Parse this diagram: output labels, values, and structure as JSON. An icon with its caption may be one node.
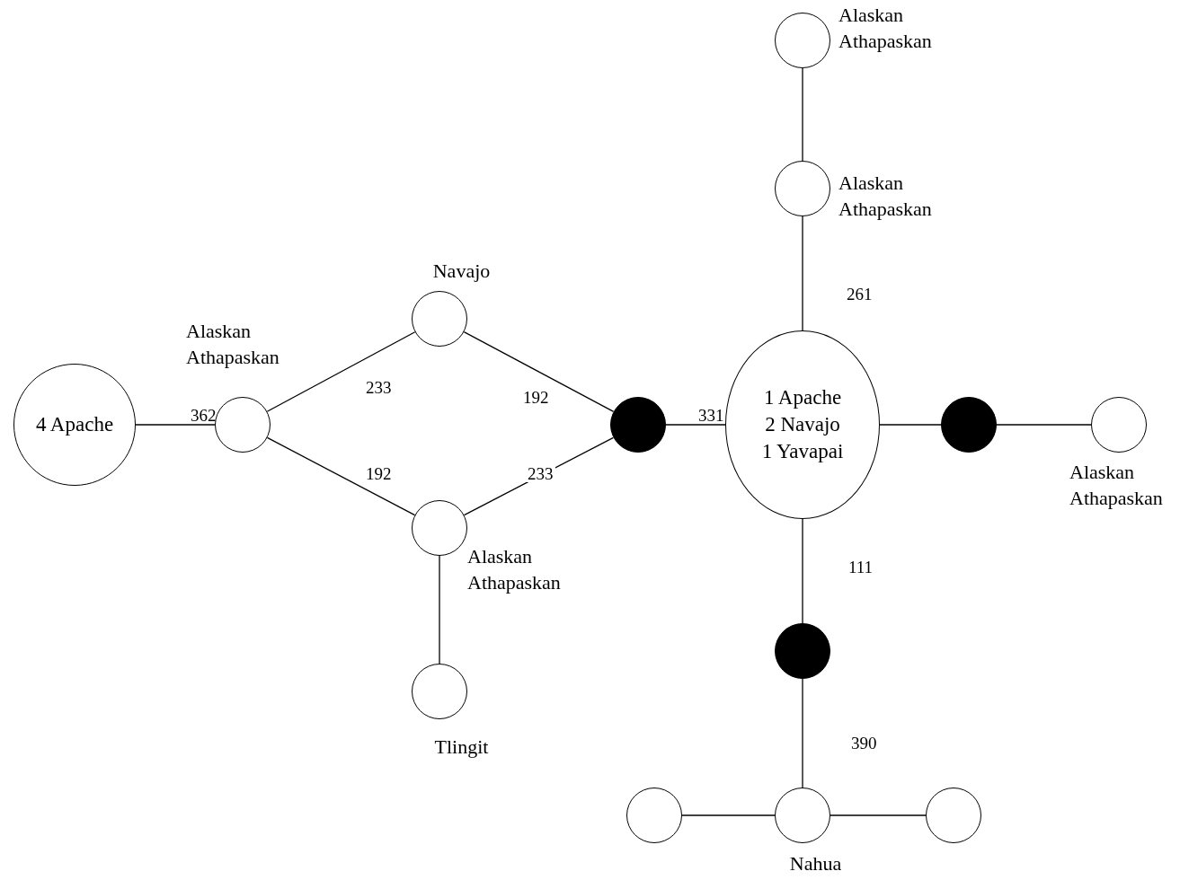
{
  "diagram": {
    "nodes": [
      {
        "text": [
          "4 Apache"
        ]
      },
      {
        "text": [],
        "shape": "circle",
        "beside": [
          "Alaskan Athapaskan"
        ]
      },
      {
        "text": [],
        "shape": "circle",
        "beside": [
          "Navajo"
        ]
      },
      {
        "text": [],
        "shape": "circle",
        "beside": [
          "Alaskan Athapaskan"
        ]
      },
      {
        "text": [],
        "shape": "circle",
        "beside": [
          "Tlingit"
        ]
      },
      {
        "text": [],
        "shape": "circle"
      },
      {
        "text": [
          "1 Apache",
          "2 Navajo",
          "1 Yavapai"
        ]
      },
      {
        "text": [],
        "shape": "circle",
        "beside": [
          "Alaskan Athapaskan"
        ]
      },
      {
        "text": [],
        "shape": "circle",
        "beside": [
          "Alaskan Athapaskan"
        ]
      },
      {
        "text": [],
        "shape": "circle"
      },
      {
        "text": [],
        "shape": "circle",
        "beside": [
          "Alaskan Athapaskan"
        ]
      },
      {
        "text": [],
        "shape": "circle"
      },
      {
        "text": [],
        "shape": "circle"
      },
      {
        "text": [],
        "shape": "circle",
        "beside": [
          "Nahua"
        ]
      },
      {
        "text": [],
        "shape": "circle"
      }
    ],
    "edges": [
      {
        "from": 0,
        "to": 1,
        "arrow": "none",
        "label": "362"
      },
      {
        "from": 1,
        "to": 2,
        "arrow": "none",
        "label": "233"
      },
      {
        "from": 1,
        "to": 3,
        "arrow": "none",
        "label": "192"
      },
      {
        "from": 2,
        "to": 5,
        "arrow": "none",
        "label": "192"
      },
      {
        "from": 3,
        "to": 5,
        "arrow": "none",
        "label": "233"
      },
      {
        "from": 3,
        "to": 4,
        "arrow": "none"
      },
      {
        "from": 5,
        "to": 6,
        "arrow": "none",
        "label": "331"
      },
      {
        "from": 7,
        "to": 8,
        "arrow": "none"
      },
      {
        "from": 8,
        "to": 6,
        "arrow": "none",
        "label": "261"
      },
      {
        "from": 6,
        "to": 9,
        "arrow": "none"
      },
      {
        "from": 9,
        "to": 10,
        "arrow": "none"
      },
      {
        "from": 6,
        "to": 11,
        "arrow": "none",
        "label": "111"
      },
      {
        "from": 11,
        "to": 13,
        "arrow": "none",
        "label": "390"
      },
      {
        "from": 12,
        "to": 13,
        "arrow": "none"
      },
      {
        "from": 13,
        "to": 14,
        "arrow": "none"
      }
    ]
  }
}
